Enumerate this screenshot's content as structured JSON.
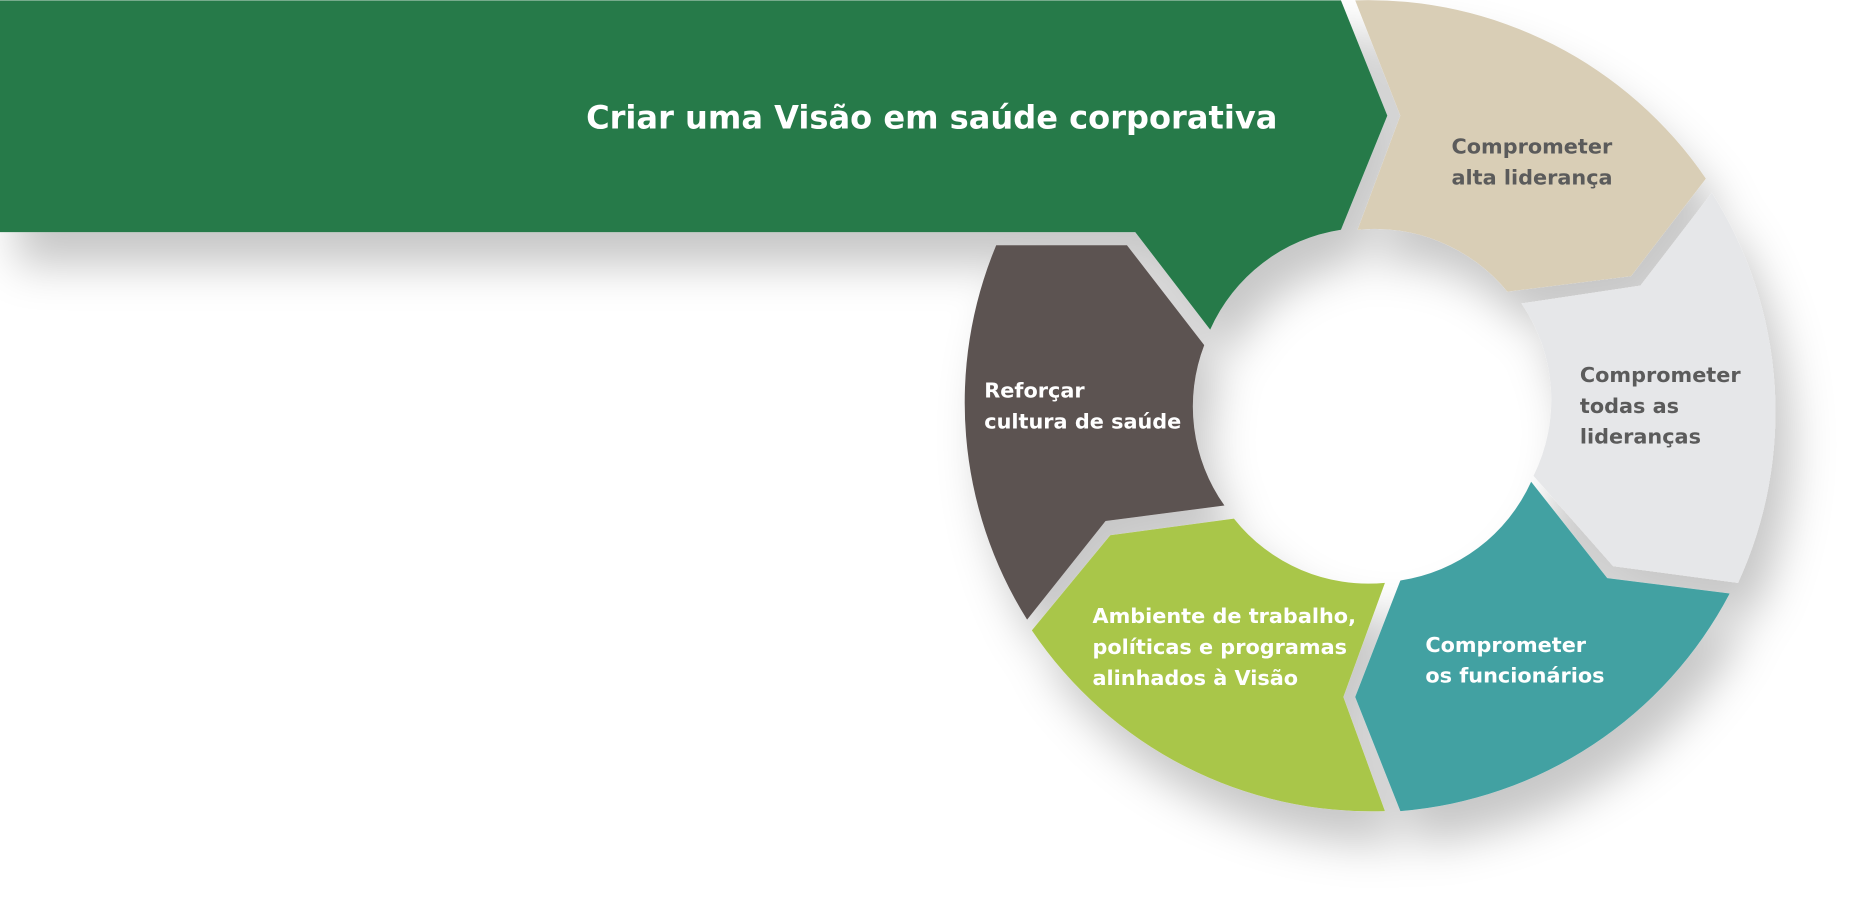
{
  "title": "Criar uma Visão em saúde corporativa",
  "segments": {
    "top_leadership": {
      "lines": [
        "Comprometer",
        "alta liderança"
      ],
      "color": "#d9ceb6",
      "text_color": "#5b5b5b"
    },
    "all_leadership": {
      "lines": [
        "Comprometer",
        "todas as",
        "lideranças"
      ],
      "color": "#e6e7e9",
      "text_color": "#5b5b5b"
    },
    "employees": {
      "lines": [
        "Comprometer",
        "os funcionários"
      ],
      "color": "#43a1a2",
      "text_color": "#ffffff"
    },
    "environment": {
      "lines": [
        "Ambiente de trabalho,",
        "políticas e programas",
        "alinhados à Visão"
      ],
      "color": "#a9c648",
      "text_color": "#ffffff"
    },
    "culture": {
      "lines": [
        "Reforçar",
        "cultura de saúde"
      ],
      "color": "#5c5351",
      "text_color": "#ffffff"
    },
    "vision": {
      "color": "#267a4a"
    }
  }
}
